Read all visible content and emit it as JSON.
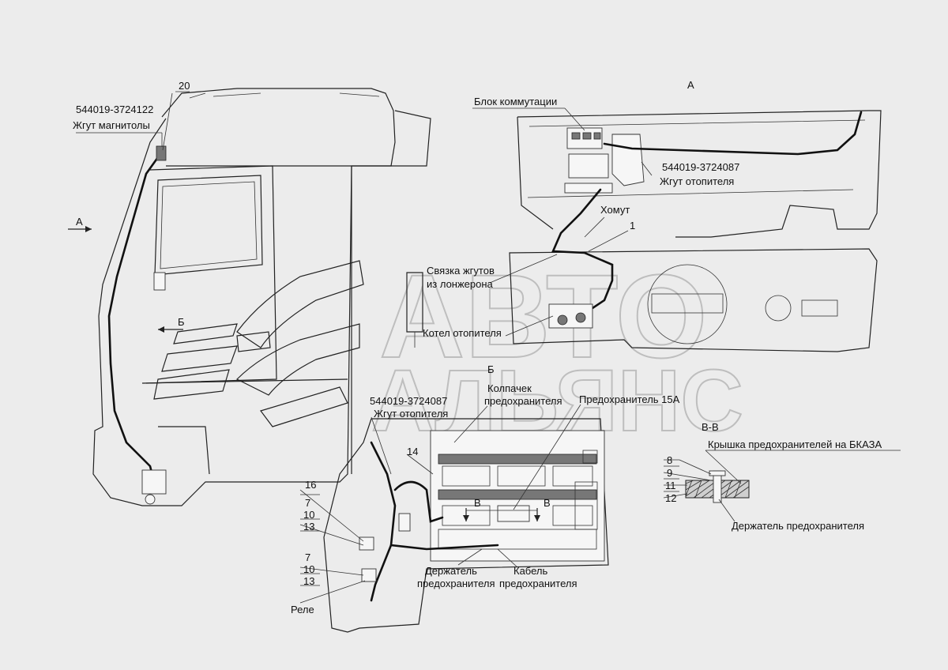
{
  "watermark": {
    "line1": "АВТО",
    "line2": "АЛЬЯНС"
  },
  "views": {
    "view_a": "А",
    "view_b": "Б",
    "section_bb": "В-В",
    "arrow_a": "А",
    "arrow_b": "Б",
    "arrow_b1": "В",
    "arrow_b2": "В"
  },
  "labels": {
    "radio_code": "544019-3724122",
    "radio_name": "Жгут магнитолы",
    "switch_block": "Блок коммутации",
    "heater_code": "544019-3724087",
    "heater_name": "Жгут отопителя",
    "clamp": "Хомут",
    "bundle1": "Связка жгутов",
    "bundle2": "из лонжерона",
    "boiler": "Котел отопителя",
    "heater_code_b": "544019-3724087",
    "heater_name_b": "Жгут отопителя",
    "cap1": "Колпачек",
    "cap2": "предохранителя",
    "fuse15": "Предохранитель 15А",
    "fuse_cover": "Крышка предохранителей на БКАЗА",
    "fuse_holder": "Держатель предохранителя",
    "holder1": "Держатель",
    "holder2": "предохранителя",
    "cable1": "Кабель",
    "cable2": "предохранителя",
    "relay": "Реле"
  },
  "numbers": {
    "n20": "20",
    "n1": "1",
    "n14": "14",
    "n16": "16",
    "n7a": "7",
    "n10a": "10",
    "n13a": "13",
    "n7b": "7",
    "n10b": "10",
    "n13b": "13",
    "n8": "8",
    "n9": "9",
    "n11": "11",
    "n12": "12"
  }
}
